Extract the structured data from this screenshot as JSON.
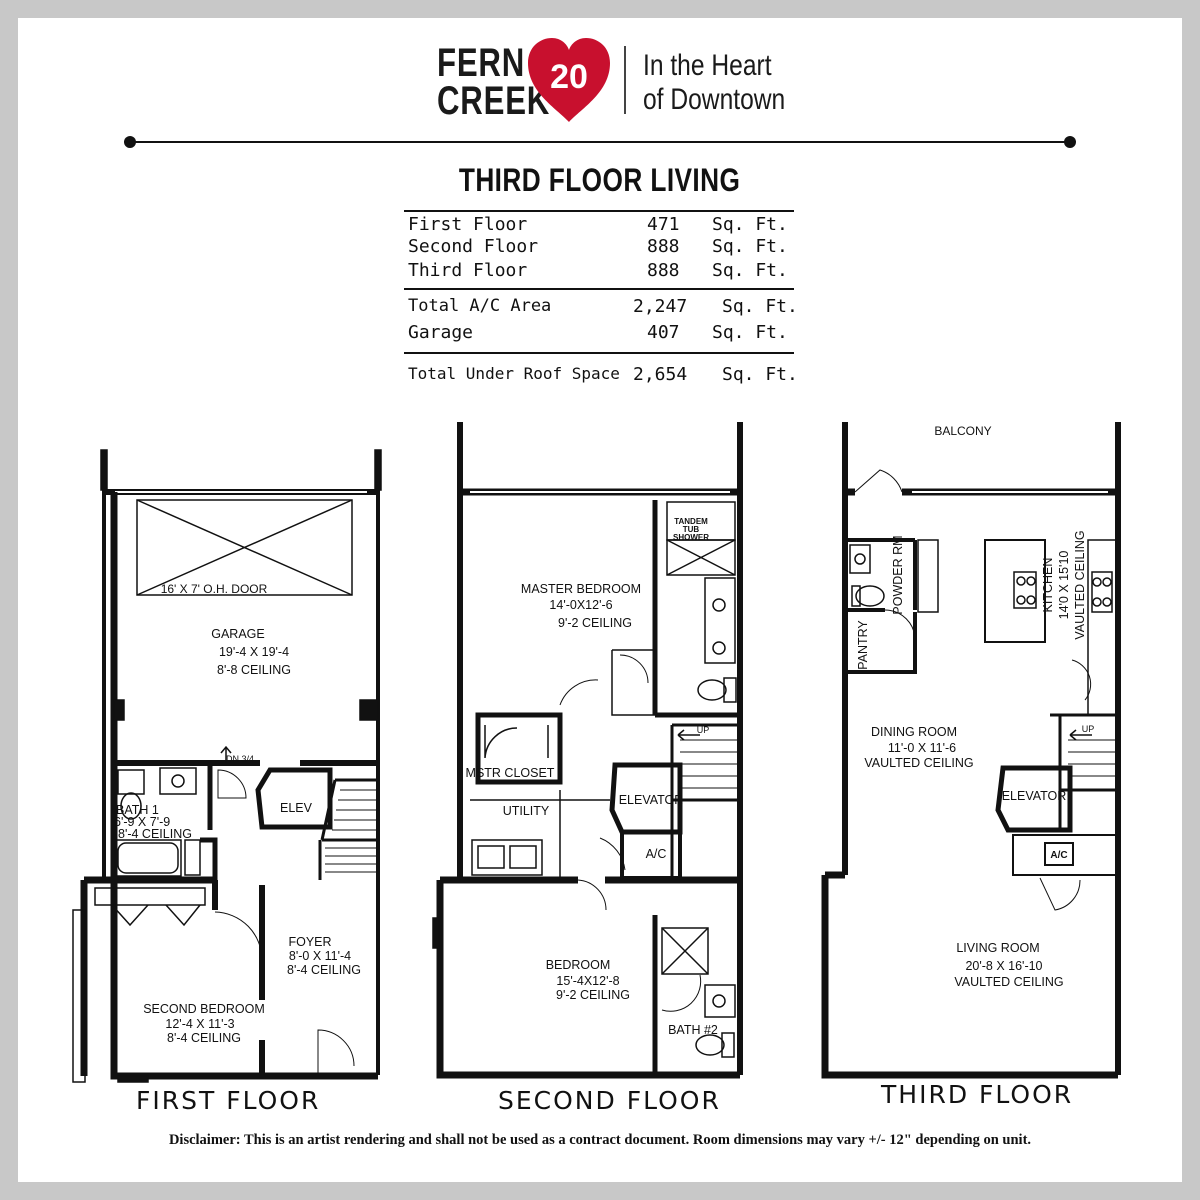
{
  "brand": {
    "word1": "FERN",
    "word2": "CREEK",
    "number": "20",
    "tag1": "In the Heart",
    "tag2": "of Downtown",
    "heart_color": "#c8102e"
  },
  "title": "THIRD FLOOR LIVING",
  "area_table": {
    "rows": [
      {
        "label": "First Floor",
        "value": "471",
        "unit": "Sq. Ft."
      },
      {
        "label": "Second Floor",
        "value": "888",
        "unit": "Sq. Ft."
      },
      {
        "label": "Third Floor",
        "value": "888",
        "unit": "Sq. Ft."
      },
      {
        "label": "Total A/C Area",
        "value": "2,247",
        "unit": "Sq. Ft."
      },
      {
        "label": "Garage",
        "value": "407",
        "unit": "Sq. Ft."
      },
      {
        "label": "Total Under Roof Space",
        "value": "2,654",
        "unit": "Sq. Ft."
      }
    ]
  },
  "floors": {
    "first": {
      "label": "FIRST FLOOR",
      "door": "16' X 7' O.H. DOOR",
      "garage": [
        "GARAGE",
        "19'-4 X 19'-4",
        "8'-8 CEILING"
      ],
      "dn": "DN 3/4",
      "elev": "ELEV",
      "bath": [
        "BATH 1",
        "6'-9 X 7'-9",
        "8'-4 CEILING"
      ],
      "foyer": [
        "FOYER",
        "8'-0 X 11'-4",
        "8'-4 CEILING"
      ],
      "bedroom": [
        "SECOND BEDROOM",
        "12'-4 X 11'-3",
        "8'-4 CEILING"
      ]
    },
    "second": {
      "label": "SECOND FLOOR",
      "tub": [
        "TANDEM",
        "TUB",
        "SHOWER"
      ],
      "master": [
        "MASTER BEDROOM",
        "14'-0X12'-6",
        "9'-2 CEILING"
      ],
      "up": "UP",
      "closet": "MSTR CLOSET",
      "utility": "UTILITY",
      "elevator": "ELEVATOR",
      "ac": "A/C",
      "bedroom": [
        "BEDROOM",
        "15'-4X12'-8",
        "9'-2 CEILING"
      ],
      "bath": "BATH #2"
    },
    "third": {
      "label": "THIRD FLOOR",
      "balcony": "BALCONY",
      "powder": "POWDER RM",
      "pantry": "PANTRY",
      "kitchen": [
        "KITCHEN",
        "14'0 X 15'10",
        "VAULTED CEILING"
      ],
      "up": "UP",
      "dining": [
        "DINING ROOM",
        "11'-0 X 11'-6",
        "VAULTED CEILING"
      ],
      "elevator": "ELEVATOR",
      "ac": "A/C",
      "living": [
        "LIVING ROOM",
        "20'-8 X 16'-10",
        "VAULTED CEILING"
      ]
    }
  },
  "disclaimer": "Disclaimer: This is an artist rendering and shall not be used as a contract document. Room dimensions may vary +/- 12\" depending on unit."
}
